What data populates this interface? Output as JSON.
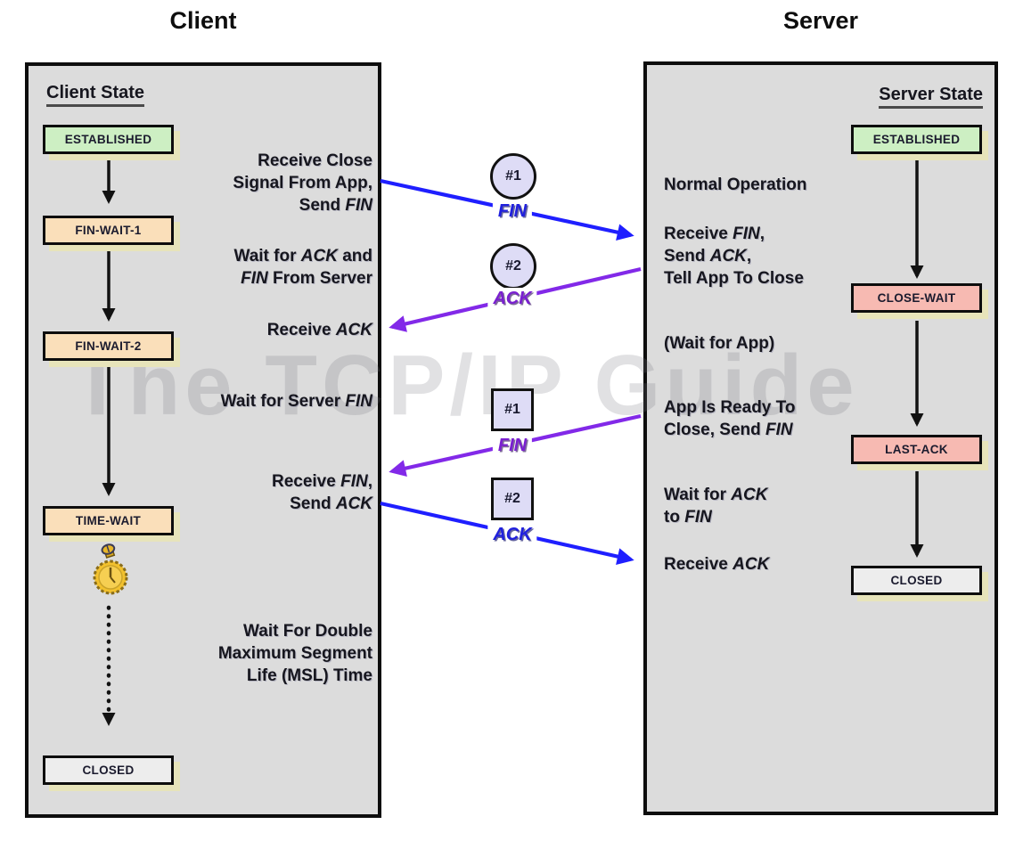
{
  "watermark": "The TCP/IP Guide",
  "colors": {
    "panel_bg": "#dcdcdc",
    "panel_border": "#0d0d0d",
    "state_green": "#cdefc3",
    "state_tan": "#fadfba",
    "state_pink": "#f7bab2",
    "state_gray": "#ededed",
    "badge_lavender": "#dedcf6",
    "arrow_blue": "#1f1fff",
    "arrow_purple": "#8229e8",
    "label_blue": "#2020dd",
    "label_purple": "#7a1fd0",
    "shadow_khaki": "#e7e4ba",
    "text_dark": "#16161e"
  },
  "client": {
    "title": "Client",
    "state_header": "Client State",
    "states": [
      {
        "label": "ESTABLISHED"
      },
      {
        "label": "FIN-WAIT-1"
      },
      {
        "label": "FIN-WAIT-2"
      },
      {
        "label": "TIME-WAIT"
      },
      {
        "label": "CLOSED"
      }
    ],
    "annotations": {
      "a1": [
        [
          {
            "t": "Receive Close"
          }
        ],
        [
          {
            "t": "Signal From App,"
          }
        ],
        [
          {
            "t": "Send "
          },
          {
            "t": "FIN",
            "i": true
          }
        ]
      ],
      "a2": [
        [
          {
            "t": "Wait for "
          },
          {
            "t": "ACK",
            "i": true
          },
          {
            "t": " and"
          }
        ],
        [
          {
            "t": "FIN",
            "i": true
          },
          {
            "t": " From Server"
          }
        ]
      ],
      "a3": [
        [
          {
            "t": "Receive "
          },
          {
            "t": "ACK",
            "i": true
          }
        ]
      ],
      "a4": [
        [
          {
            "t": "Wait for Server "
          },
          {
            "t": "FIN",
            "i": true
          }
        ]
      ],
      "a5": [
        [
          {
            "t": "Receive "
          },
          {
            "t": "FIN",
            "i": true
          },
          {
            "t": ","
          }
        ],
        [
          {
            "t": "Send "
          },
          {
            "t": "ACK",
            "i": true
          }
        ]
      ],
      "a6": [
        [
          {
            "t": "Wait For Double"
          }
        ],
        [
          {
            "t": "Maximum Segment"
          }
        ],
        [
          {
            "t": "Life (MSL) Time"
          }
        ]
      ]
    }
  },
  "server": {
    "title": "Server",
    "state_header": "Server State",
    "states": [
      {
        "label": "ESTABLISHED"
      },
      {
        "label": "CLOSE-WAIT"
      },
      {
        "label": "LAST-ACK"
      },
      {
        "label": "CLOSED"
      }
    ],
    "annotations": {
      "b1": [
        [
          {
            "t": "Normal Operation"
          }
        ]
      ],
      "b2": [
        [
          {
            "t": "Receive "
          },
          {
            "t": "FIN",
            "i": true
          },
          {
            "t": ","
          }
        ],
        [
          {
            "t": "Send "
          },
          {
            "t": "ACK",
            "i": true
          },
          {
            "t": ","
          }
        ],
        [
          {
            "t": "Tell App To Close"
          }
        ]
      ],
      "b3": [
        [
          {
            "t": "(Wait for App)"
          }
        ]
      ],
      "b4": [
        [
          {
            "t": "App Is Ready To"
          }
        ],
        [
          {
            "t": "Close, Send "
          },
          {
            "t": "FIN",
            "i": true
          }
        ]
      ],
      "b5": [
        [
          {
            "t": "Wait for "
          },
          {
            "t": "ACK",
            "i": true
          }
        ],
        [
          {
            "t": "to "
          },
          {
            "t": "FIN",
            "i": true
          }
        ]
      ],
      "b6": [
        [
          {
            "t": "Receive "
          },
          {
            "t": "ACK",
            "i": true
          }
        ]
      ]
    }
  },
  "messages": {
    "m1": {
      "badge": "#1",
      "label": "FIN"
    },
    "m2": {
      "badge": "#2",
      "label": "ACK"
    },
    "m3": {
      "badge": "#1",
      "label": "FIN"
    },
    "m4": {
      "badge": "#2",
      "label": "ACK"
    }
  }
}
